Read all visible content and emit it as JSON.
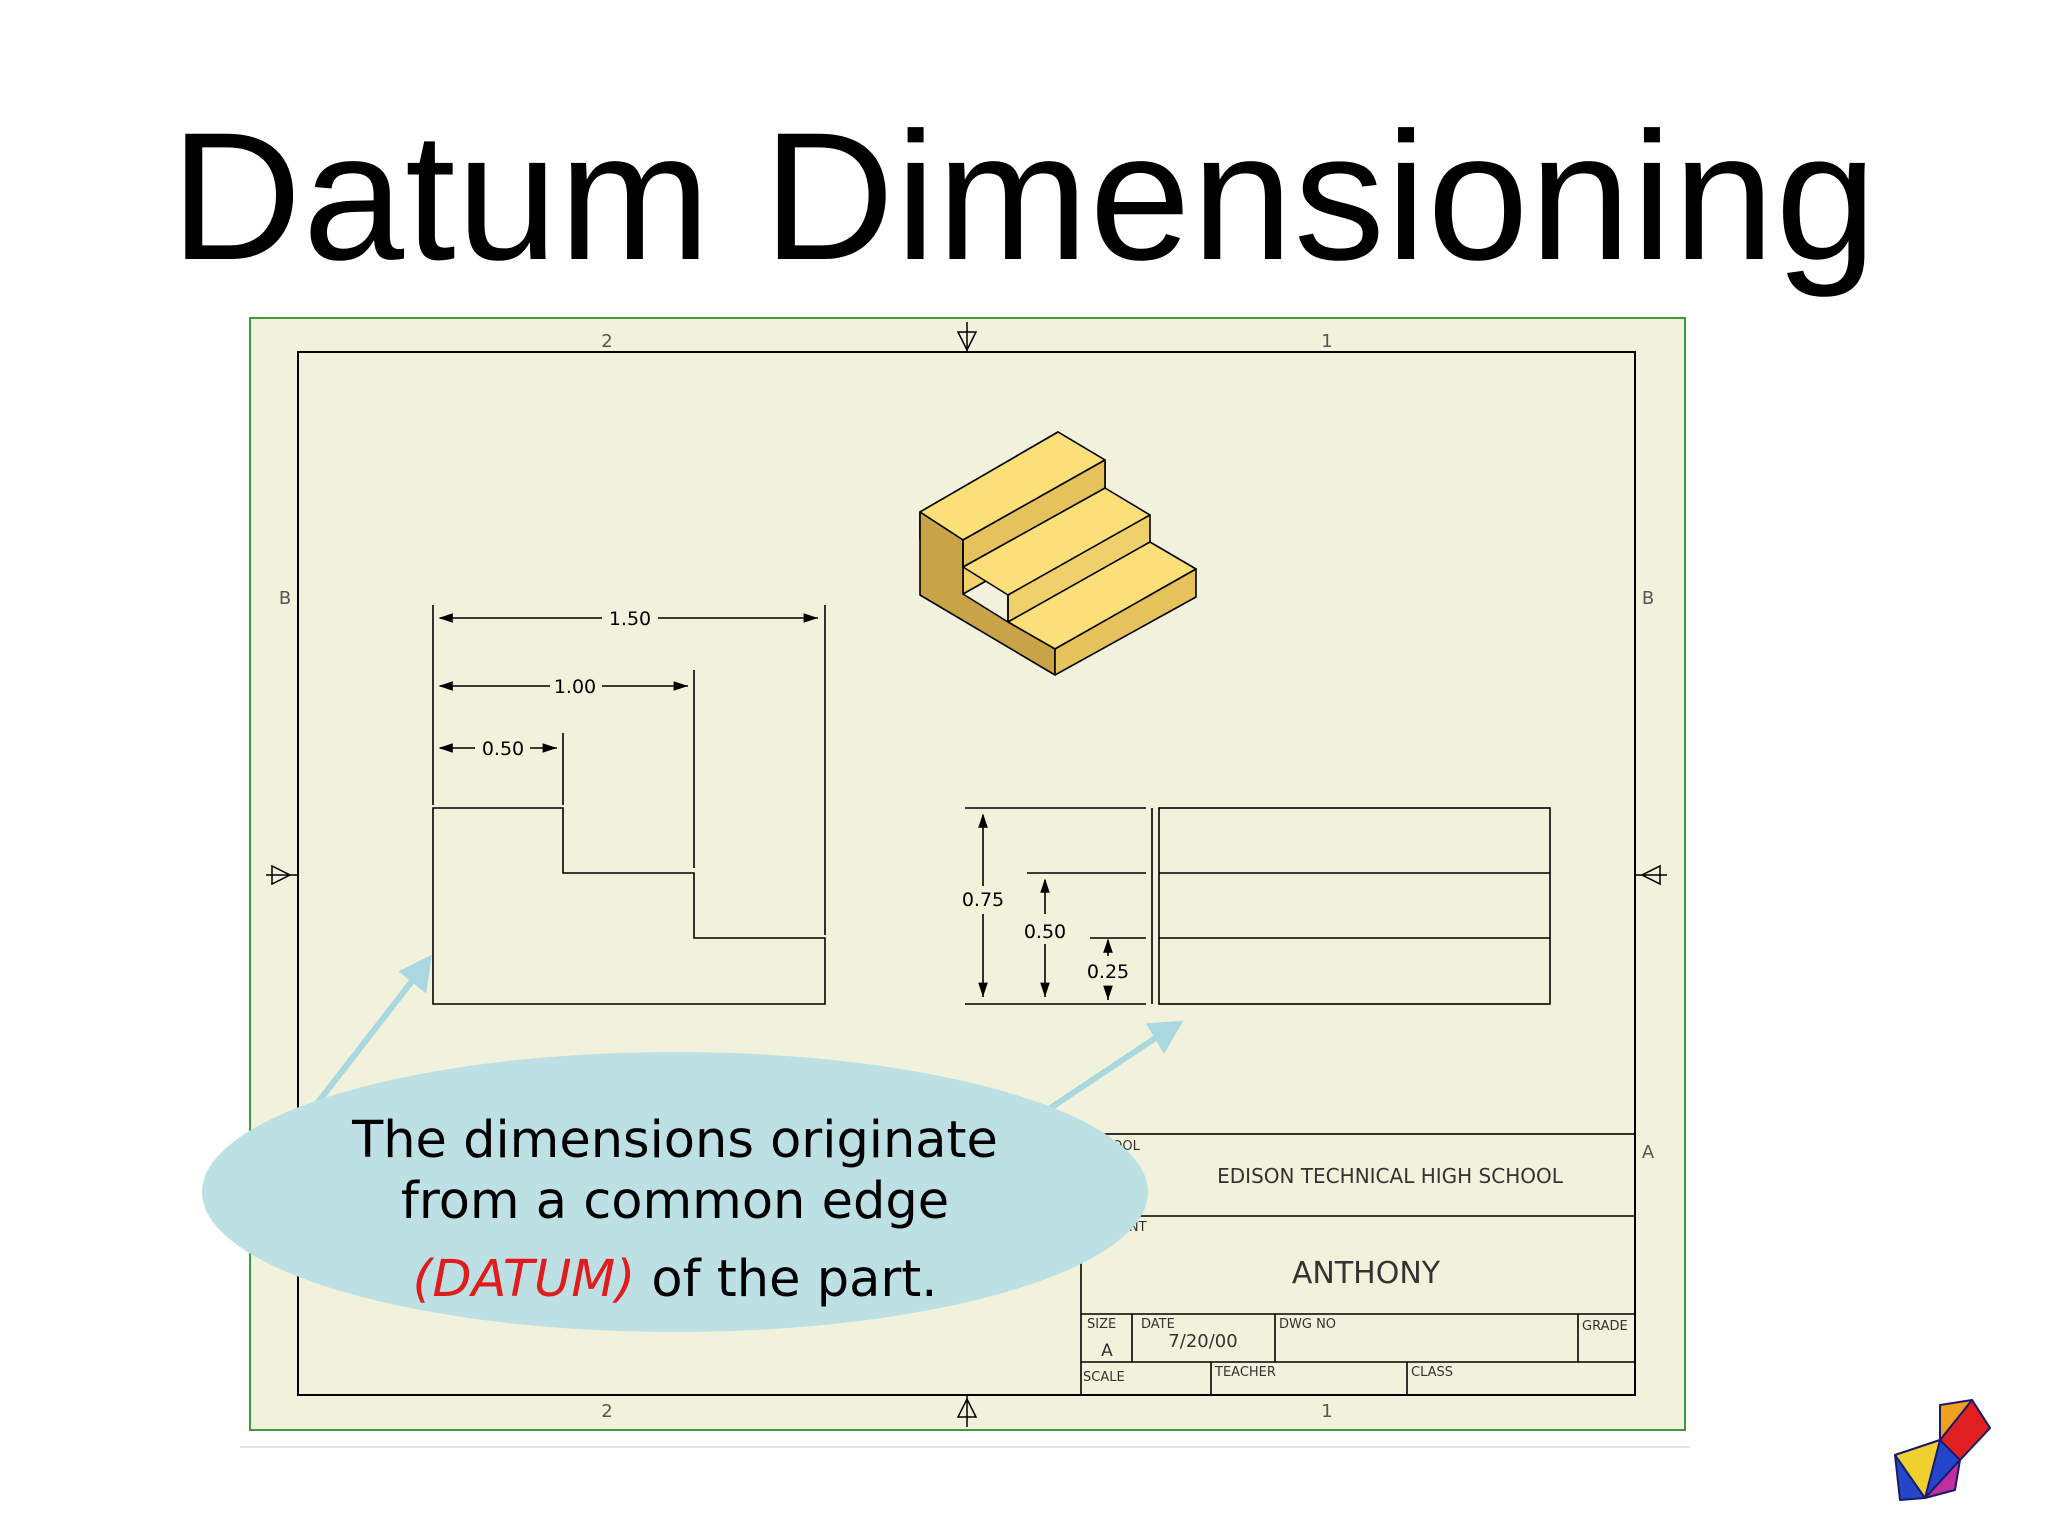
{
  "title": "Datum Dimensioning",
  "drawing": {
    "zone_labels": {
      "top_left": "2",
      "top_right": "1",
      "bottom_left": "2",
      "bottom_right": "1",
      "left_b": "B",
      "right_b": "B",
      "right_a": "A"
    },
    "front_view_dims": {
      "d150": "1.50",
      "d100": "1.00",
      "d050": "0.50"
    },
    "side_view_dims": {
      "d075": "0.75",
      "d050": "0.50",
      "d025": "0.25"
    },
    "title_block": {
      "school_label": "SCHOOL",
      "school": "EDISON TECHNICAL HIGH SCHOOL",
      "student_label": "STUDENT",
      "student": "ANTHONY",
      "size_label": "SIZE",
      "size": "A",
      "date_label": "DATE",
      "date": "7/20/00",
      "dwg_no_label": "DWG NO",
      "grade_label": "GRADE",
      "scale_label": "SCALE",
      "teacher_label": "TEACHER",
      "class_label": "CLASS"
    }
  },
  "callout": {
    "line1": "The dimensions originate",
    "line2": "from a common edge",
    "datum": "(DATUM)",
    "line3_rest": " of the part."
  },
  "colors": {
    "sheet": "#f2f1dc",
    "sheet_border": "#3f9a3f",
    "callout_fill": "#bde0e4",
    "datum_red": "#e01c1c",
    "iso_top": "#fbe07a",
    "iso_side": "#c9a347",
    "iso_front": "#e6c25c"
  },
  "icons": [
    "navigation-arrow-logo-icon",
    "zone-arrow-icon",
    "stair-block-isometric"
  ]
}
